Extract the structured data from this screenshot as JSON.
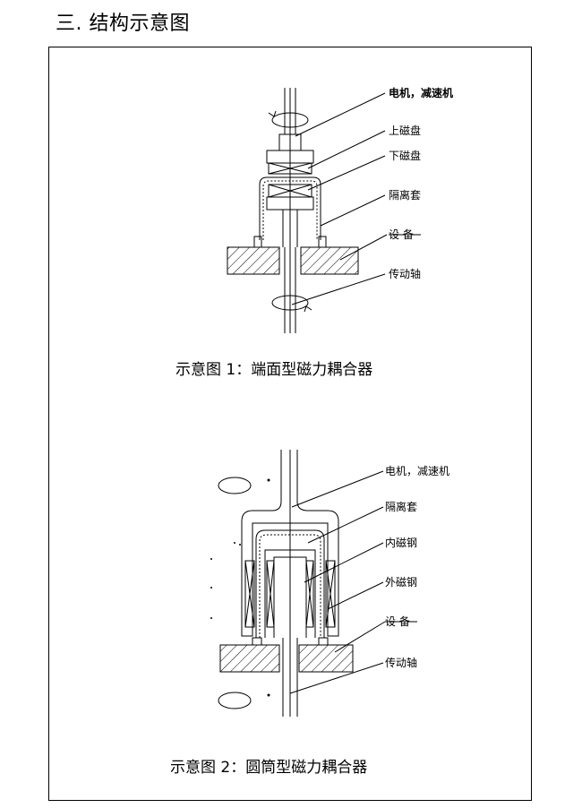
{
  "page": {
    "title": "三. 结构示意图"
  },
  "figure1": {
    "caption": "示意图 1：端面型磁力耦合器",
    "labels": {
      "motor": "电机，减速机",
      "upper_disc": "上磁盘",
      "lower_disc": "下磁盘",
      "isolation_sleeve": "隔离套",
      "equipment": "设  备",
      "shaft": "传动轴"
    }
  },
  "figure2": {
    "caption": "示意图 2：圆筒型磁力耦合器",
    "labels": {
      "motor": "电机，减速机",
      "isolation_sleeve": "隔离套",
      "inner_magnet": "内磁钢",
      "outer_magnet": "外磁钢",
      "equipment": "设  备",
      "shaft": "传动轴"
    }
  }
}
